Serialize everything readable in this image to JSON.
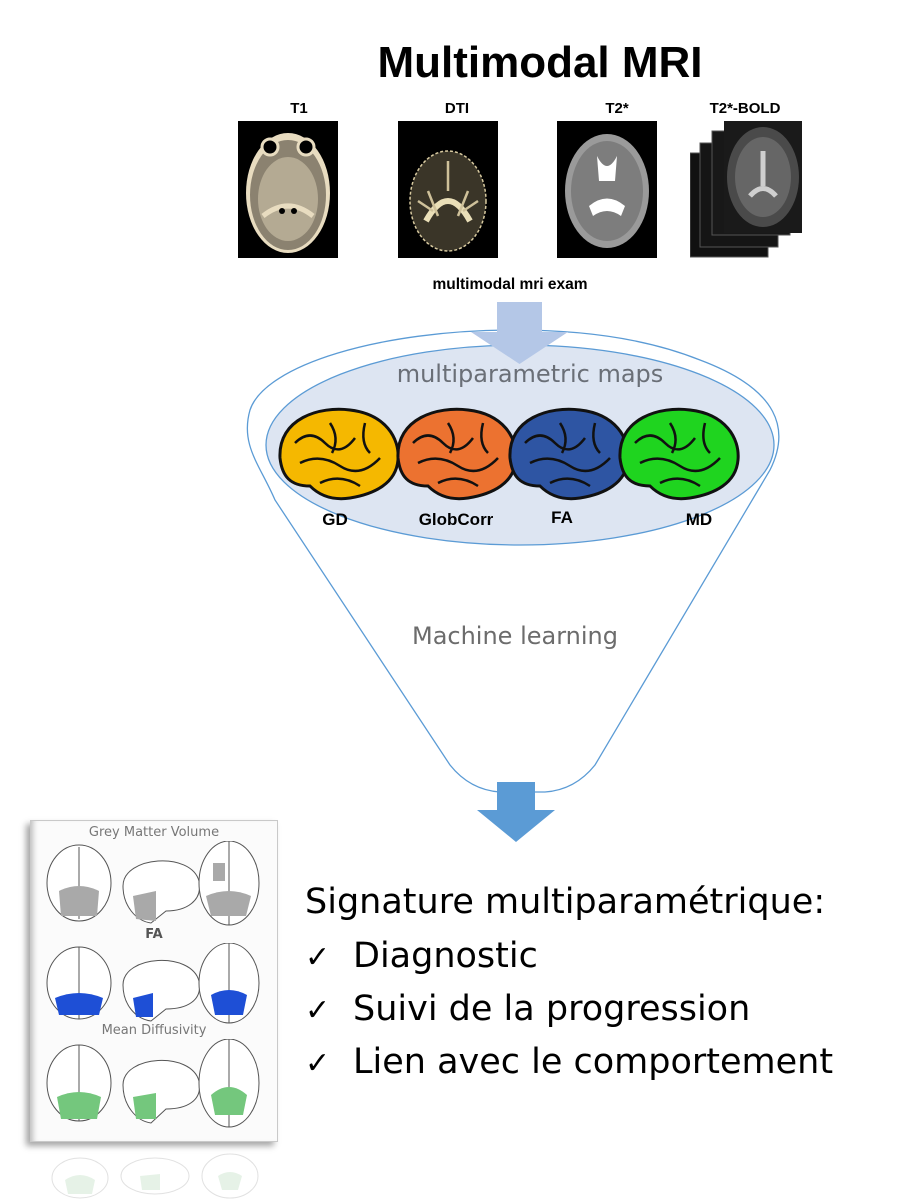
{
  "title": "Multimodal MRI",
  "modalities": [
    {
      "label": "T1"
    },
    {
      "label": "DTI"
    },
    {
      "label": "T2*"
    },
    {
      "label": "T2*-BOLD"
    }
  ],
  "exam_caption": "multimodal mri exam",
  "maps_caption": "multiparametric maps",
  "maps": [
    {
      "label": "GD",
      "color": "#f5b800"
    },
    {
      "label": "GlobCorr",
      "color": "#ec7230"
    },
    {
      "label": "FA",
      "color": "#2e55a3"
    },
    {
      "label": "MD",
      "color": "#1fd41f"
    }
  ],
  "funnel_caption": "Machine learning",
  "colors": {
    "funnel_outline": "#5b9bd5",
    "funnel_fill": "#dde5f2",
    "arrow_top": "#b4c7e7",
    "arrow_bottom": "#5b9bd5"
  },
  "results_panel": {
    "sections": [
      {
        "title": "Grey Matter Volume",
        "highlight": "#a9a9a9"
      },
      {
        "title": "FA",
        "highlight": "#1e4fd6"
      },
      {
        "title": "Mean Diffusivity",
        "highlight": "#74c77d"
      }
    ]
  },
  "signature": {
    "heading": "Signature multiparamétrique:",
    "items": [
      {
        "label": "Diagnostic"
      },
      {
        "label": "Suivi de la progression"
      },
      {
        "label": "Lien avec le comportement"
      }
    ],
    "check_icon": "✓"
  }
}
